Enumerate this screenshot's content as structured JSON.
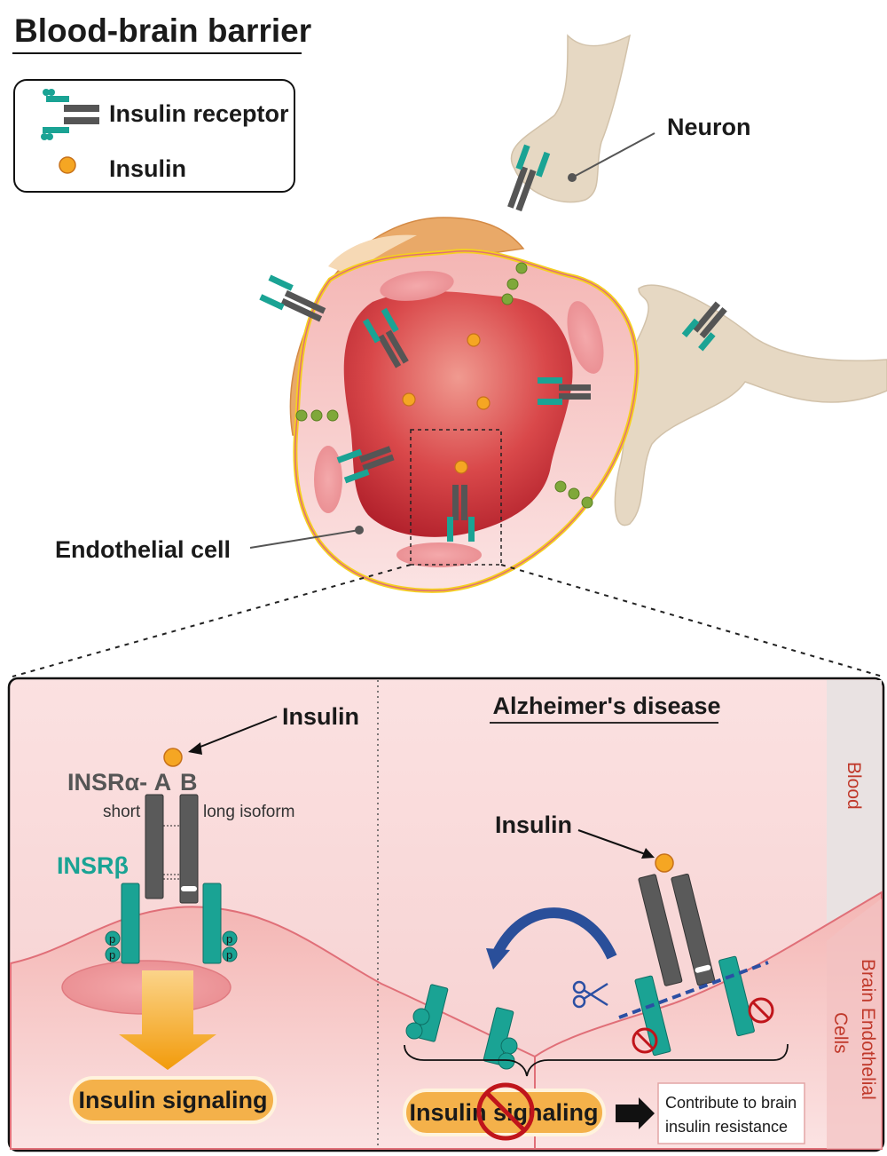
{
  "title": "Blood-brain barrier",
  "legend": {
    "receptor_label": "Insulin receptor",
    "insulin_label": "Insulin"
  },
  "top_labels": {
    "neuron": "Neuron",
    "endothelial_cell": "Endothelial cell"
  },
  "left_panel": {
    "insulin": "Insulin",
    "insr_alpha": "INSRα- A",
    "insr_b": "B",
    "short": "short",
    "long_isoform": "long isoform",
    "insr_beta": "INSRβ",
    "p": "p",
    "signaling": "Insulin signaling"
  },
  "right_panel": {
    "heading": "Alzheimer's disease",
    "insulin": "Insulin",
    "signaling": "Insulin signaling",
    "outcome": [
      "Contribute to brain",
      "insulin resistance"
    ]
  },
  "side_labels": {
    "blood": "Blood",
    "brain_endothelial": [
      "Brain Endothelial",
      "Cells"
    ]
  },
  "colors": {
    "teal": "#1aa394",
    "receptor_grey": "#5a5a5a",
    "insulin_orange": "#f5a623",
    "lumen_red": "#c7323a",
    "cell_pink": "#f3b9b9",
    "barrier_yellow": "#f5d020",
    "astrocyte_orange": "#e9a968",
    "neuron_tan": "#e6d8c3",
    "tight_junction_green": "#7fa83a",
    "side_label_red": "#c0392b"
  },
  "icons": [
    "scissors-icon",
    "prohibited-icon",
    "arrow-right-icon",
    "curved-arrow-icon"
  ]
}
